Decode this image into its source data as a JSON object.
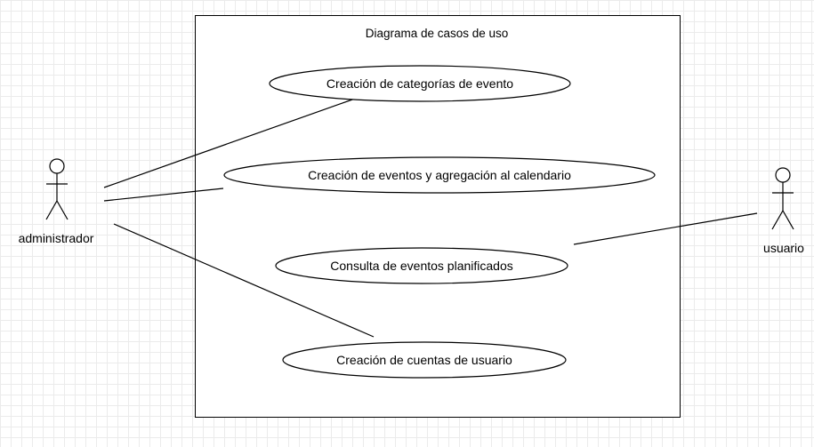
{
  "diagram": {
    "title": "Diagrama de casos de uso",
    "actors": [
      {
        "id": "admin",
        "name": "administrador",
        "icon": "stick-figure-actor"
      },
      {
        "id": "user",
        "name": "usuario",
        "icon": "stick-figure-actor"
      }
    ],
    "use_cases": [
      {
        "id": "uc1",
        "label": "Creación de categorías de evento"
      },
      {
        "id": "uc2",
        "label": "Creación de eventos y agregación al calendario"
      },
      {
        "id": "uc3",
        "label": "Consulta de eventos planificados"
      },
      {
        "id": "uc4",
        "label": "Creación de cuentas de usuario"
      }
    ],
    "associations": [
      {
        "from": "admin",
        "to": "uc1"
      },
      {
        "from": "admin",
        "to": "uc2"
      },
      {
        "from": "admin",
        "to": "uc4"
      },
      {
        "from": "user",
        "to": "uc3"
      }
    ],
    "colors": {
      "stroke": "#000000",
      "fill": "#ffffff",
      "grid": "#ebebeb"
    }
  }
}
